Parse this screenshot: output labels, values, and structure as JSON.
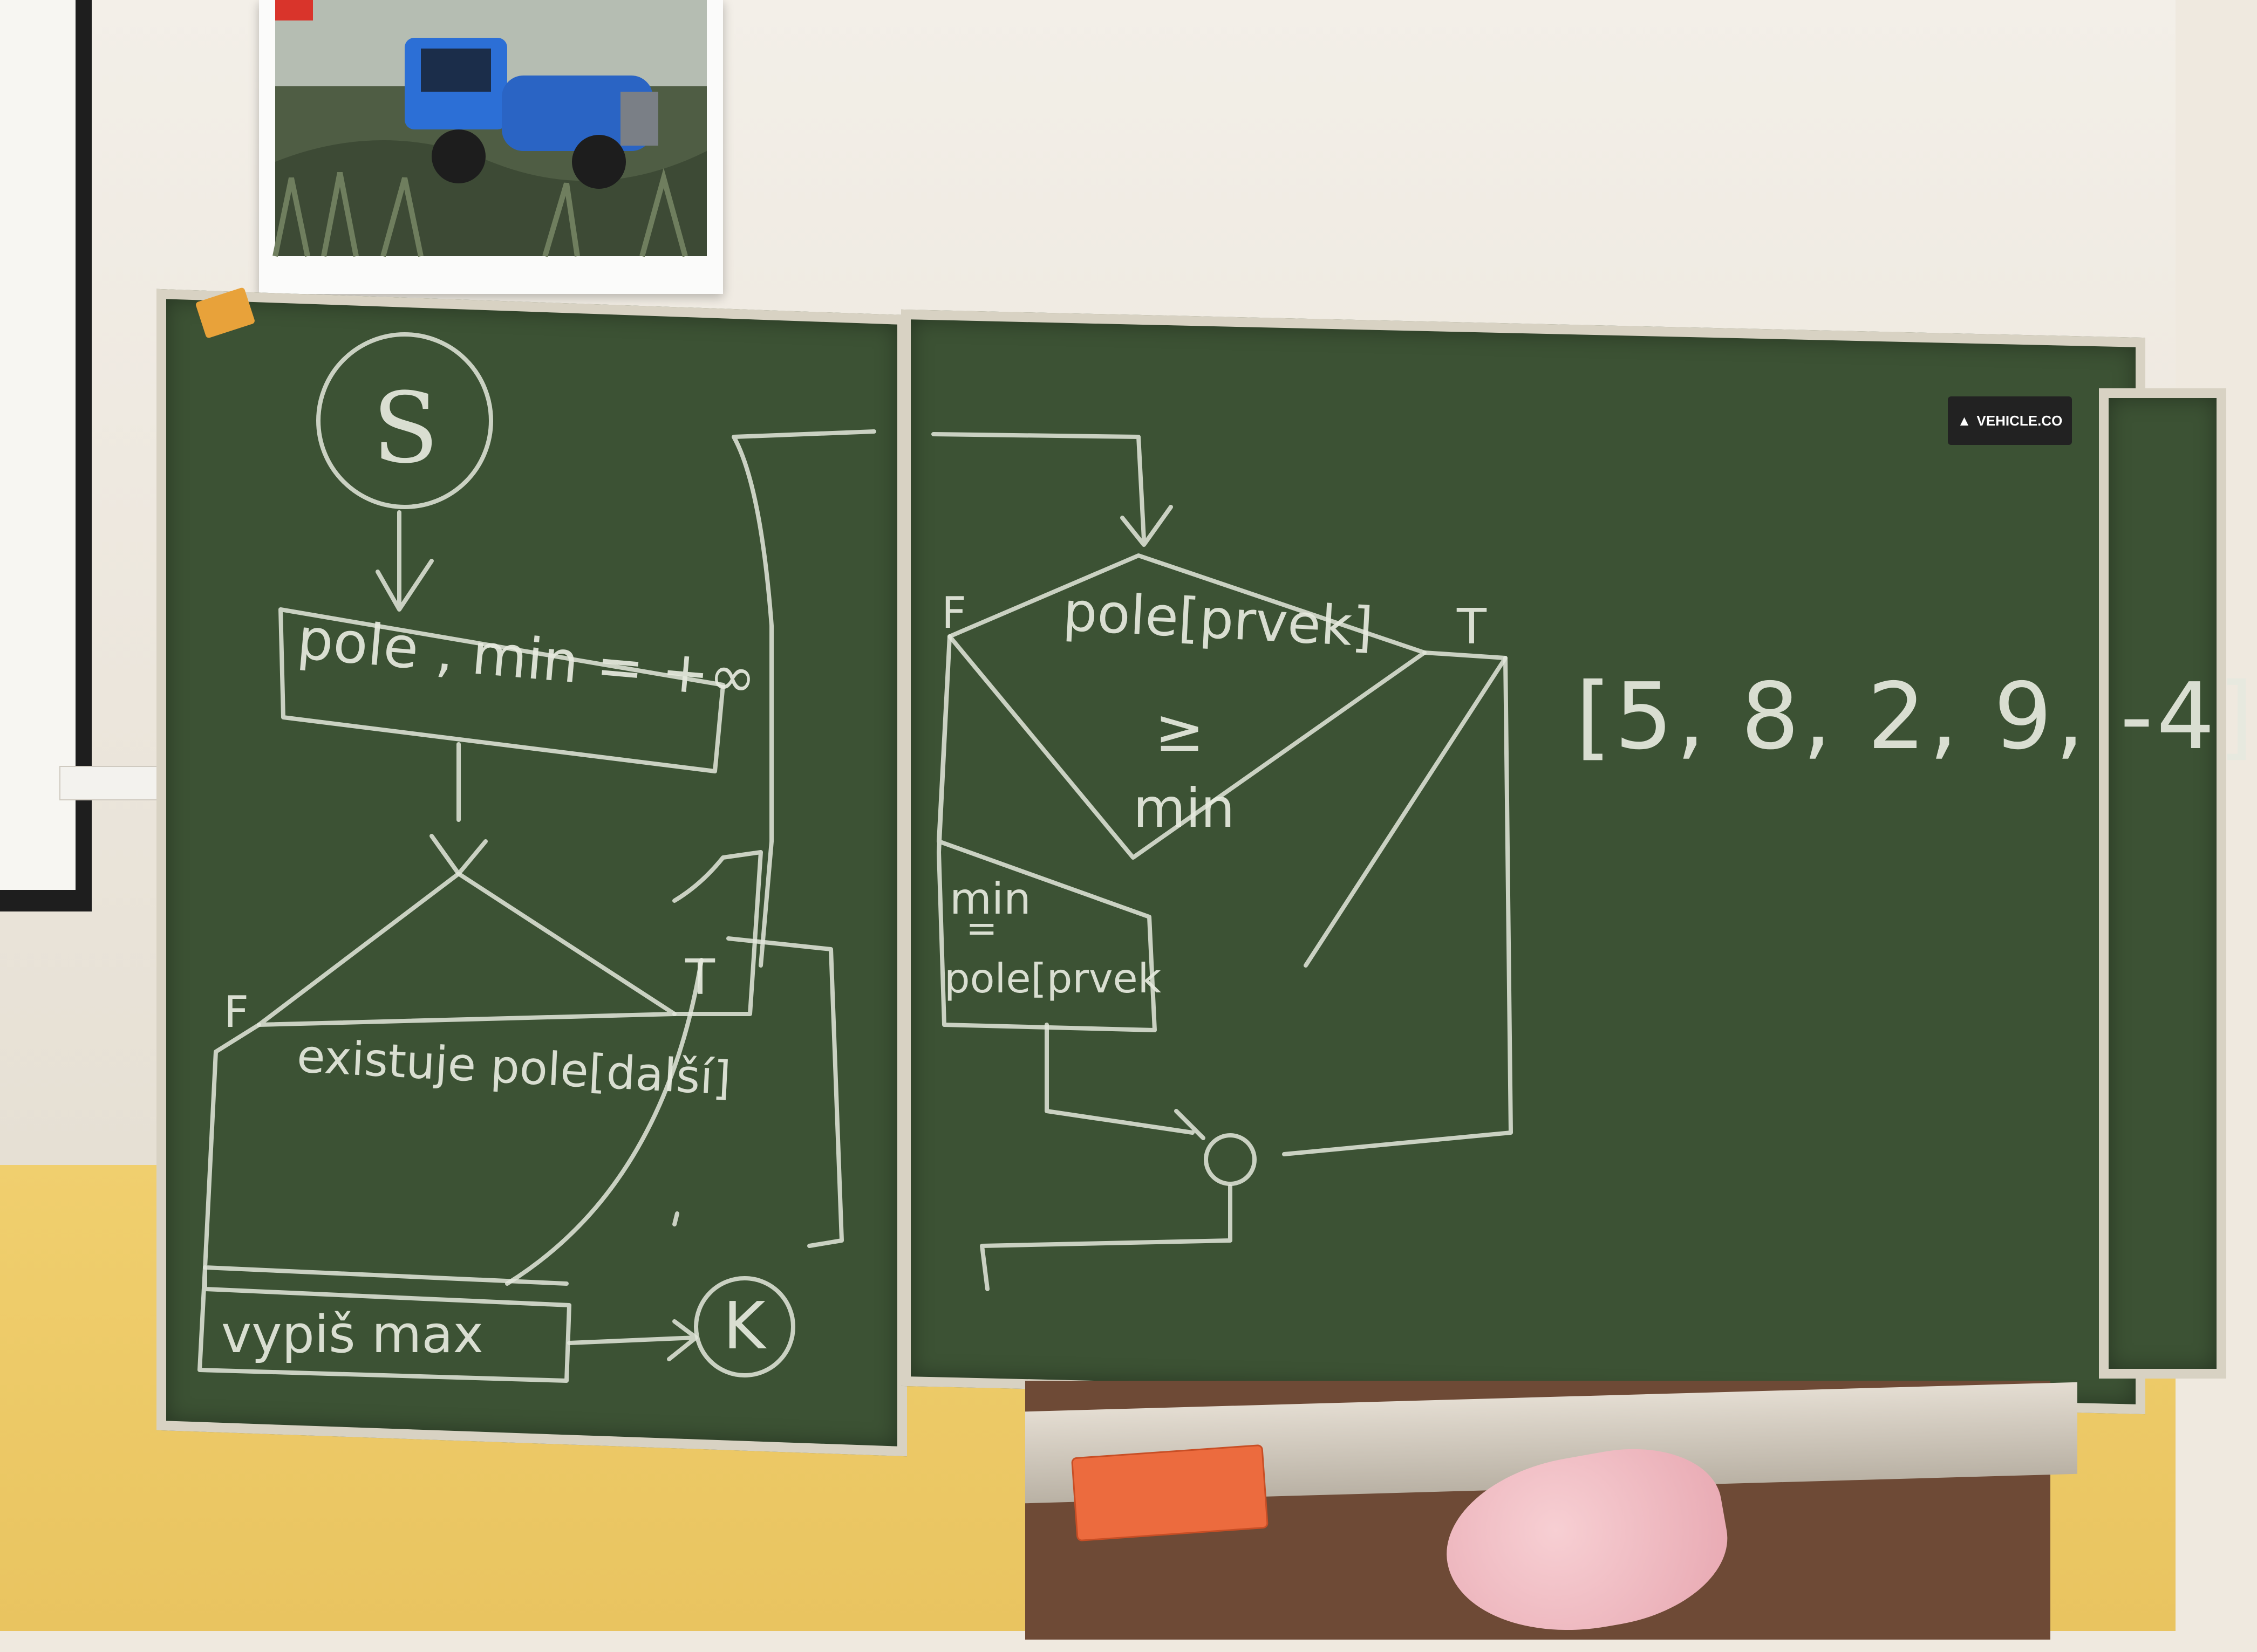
{
  "scene": {
    "colors": {
      "chalkboard": "#3c5234",
      "chalk": "#e3e8dc",
      "wall_upper": "#f3efe8",
      "wall_lower": "#f0cf6e"
    }
  },
  "poster": {
    "brand_badge_icon": "logo-icon",
    "subject": "blue vintage truck in tall grass"
  },
  "sticker": {
    "icon": "recycle-triangle-icon",
    "label": "VEHICLE.CO"
  },
  "left_board": {
    "start_label": "S",
    "init_text": "pole , min = +∞",
    "false_label_top": "F",
    "true_label_top": "T",
    "condition_text": "existuje pole[další]",
    "output_text": "vypiš max",
    "end_label": "K"
  },
  "middle_board": {
    "false_label": "F",
    "true_label": "T",
    "condition_line1": "pole[prvek]",
    "condition_op": "≥",
    "condition_line2": "min",
    "assign_line1": "min",
    "assign_op": "=",
    "assign_line2": "pole[prvek"
  },
  "array_text": "[5, 8, 2, 9, -4]"
}
